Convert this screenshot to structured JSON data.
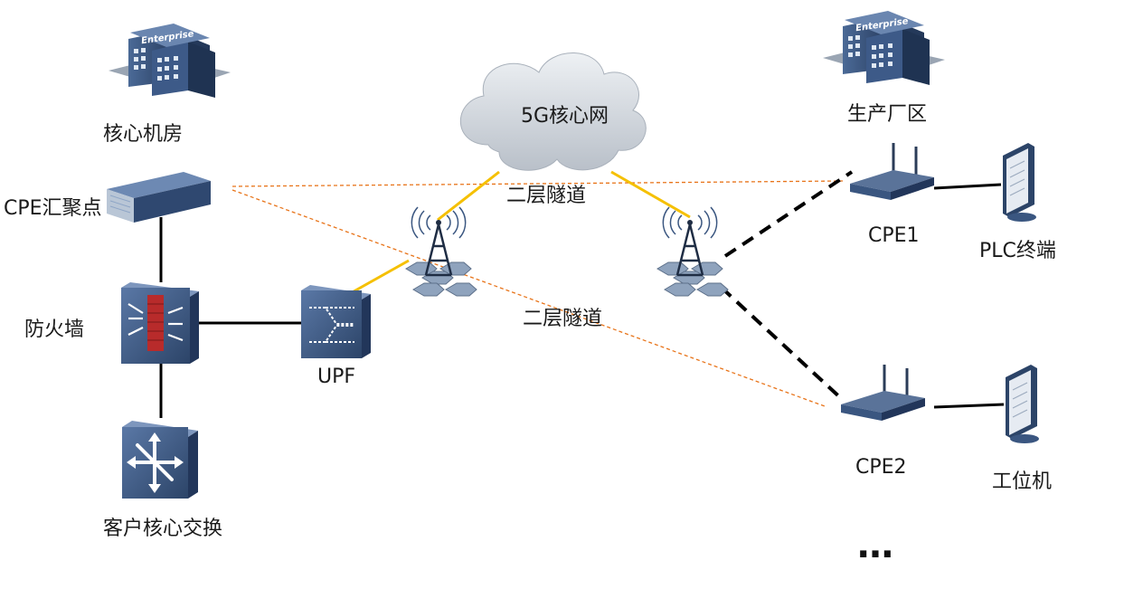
{
  "labels": {
    "core_room": "核心机房",
    "production_area": "生产厂区",
    "core_network": "5G核心网",
    "cpe_aggregation": "CPE汇聚点",
    "firewall": "防火墙",
    "upf": "UPF",
    "customer_switch": "客户核心交换",
    "cpe1": "CPE1",
    "cpe2": "CPE2",
    "plc_terminal": "PLC终端",
    "workstation": "工位机",
    "tunnel_top": "二层隧道",
    "tunnel_middle": "二层隧道",
    "more": "…"
  },
  "enterprise_sign": "Enterprise",
  "colors": {
    "device_blue": "#3a5680",
    "device_dark": "#24395a",
    "wireless_link": "#f5c000",
    "tunnel_line": "#e8741a",
    "wired_link": "#000000"
  }
}
